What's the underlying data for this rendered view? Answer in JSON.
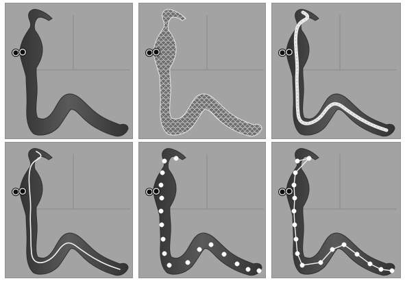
{
  "figure": {
    "panels": [
      {
        "id": "p1",
        "render": "solid",
        "spine": "none",
        "joints": "none"
      },
      {
        "id": "p2",
        "render": "wireframe",
        "spine": "none",
        "joints": "none"
      },
      {
        "id": "p3",
        "render": "skeleton-mesh",
        "spine": "thick",
        "joints": "none"
      },
      {
        "id": "p4",
        "render": "solid",
        "spine": "thin",
        "joints": "none"
      },
      {
        "id": "p5",
        "render": "solid",
        "spine": "none",
        "joints": "dots"
      },
      {
        "id": "p6",
        "render": "solid",
        "spine": "bones",
        "joints": "dots"
      }
    ],
    "colors": {
      "background": "#a3a3a3",
      "body": "#4a4a4a",
      "body_dark": "#333333",
      "wire": "#e6e6e6",
      "spine": "#f2f2f2",
      "joint": "#ffffff",
      "axis": "#8a8a8a"
    }
  }
}
